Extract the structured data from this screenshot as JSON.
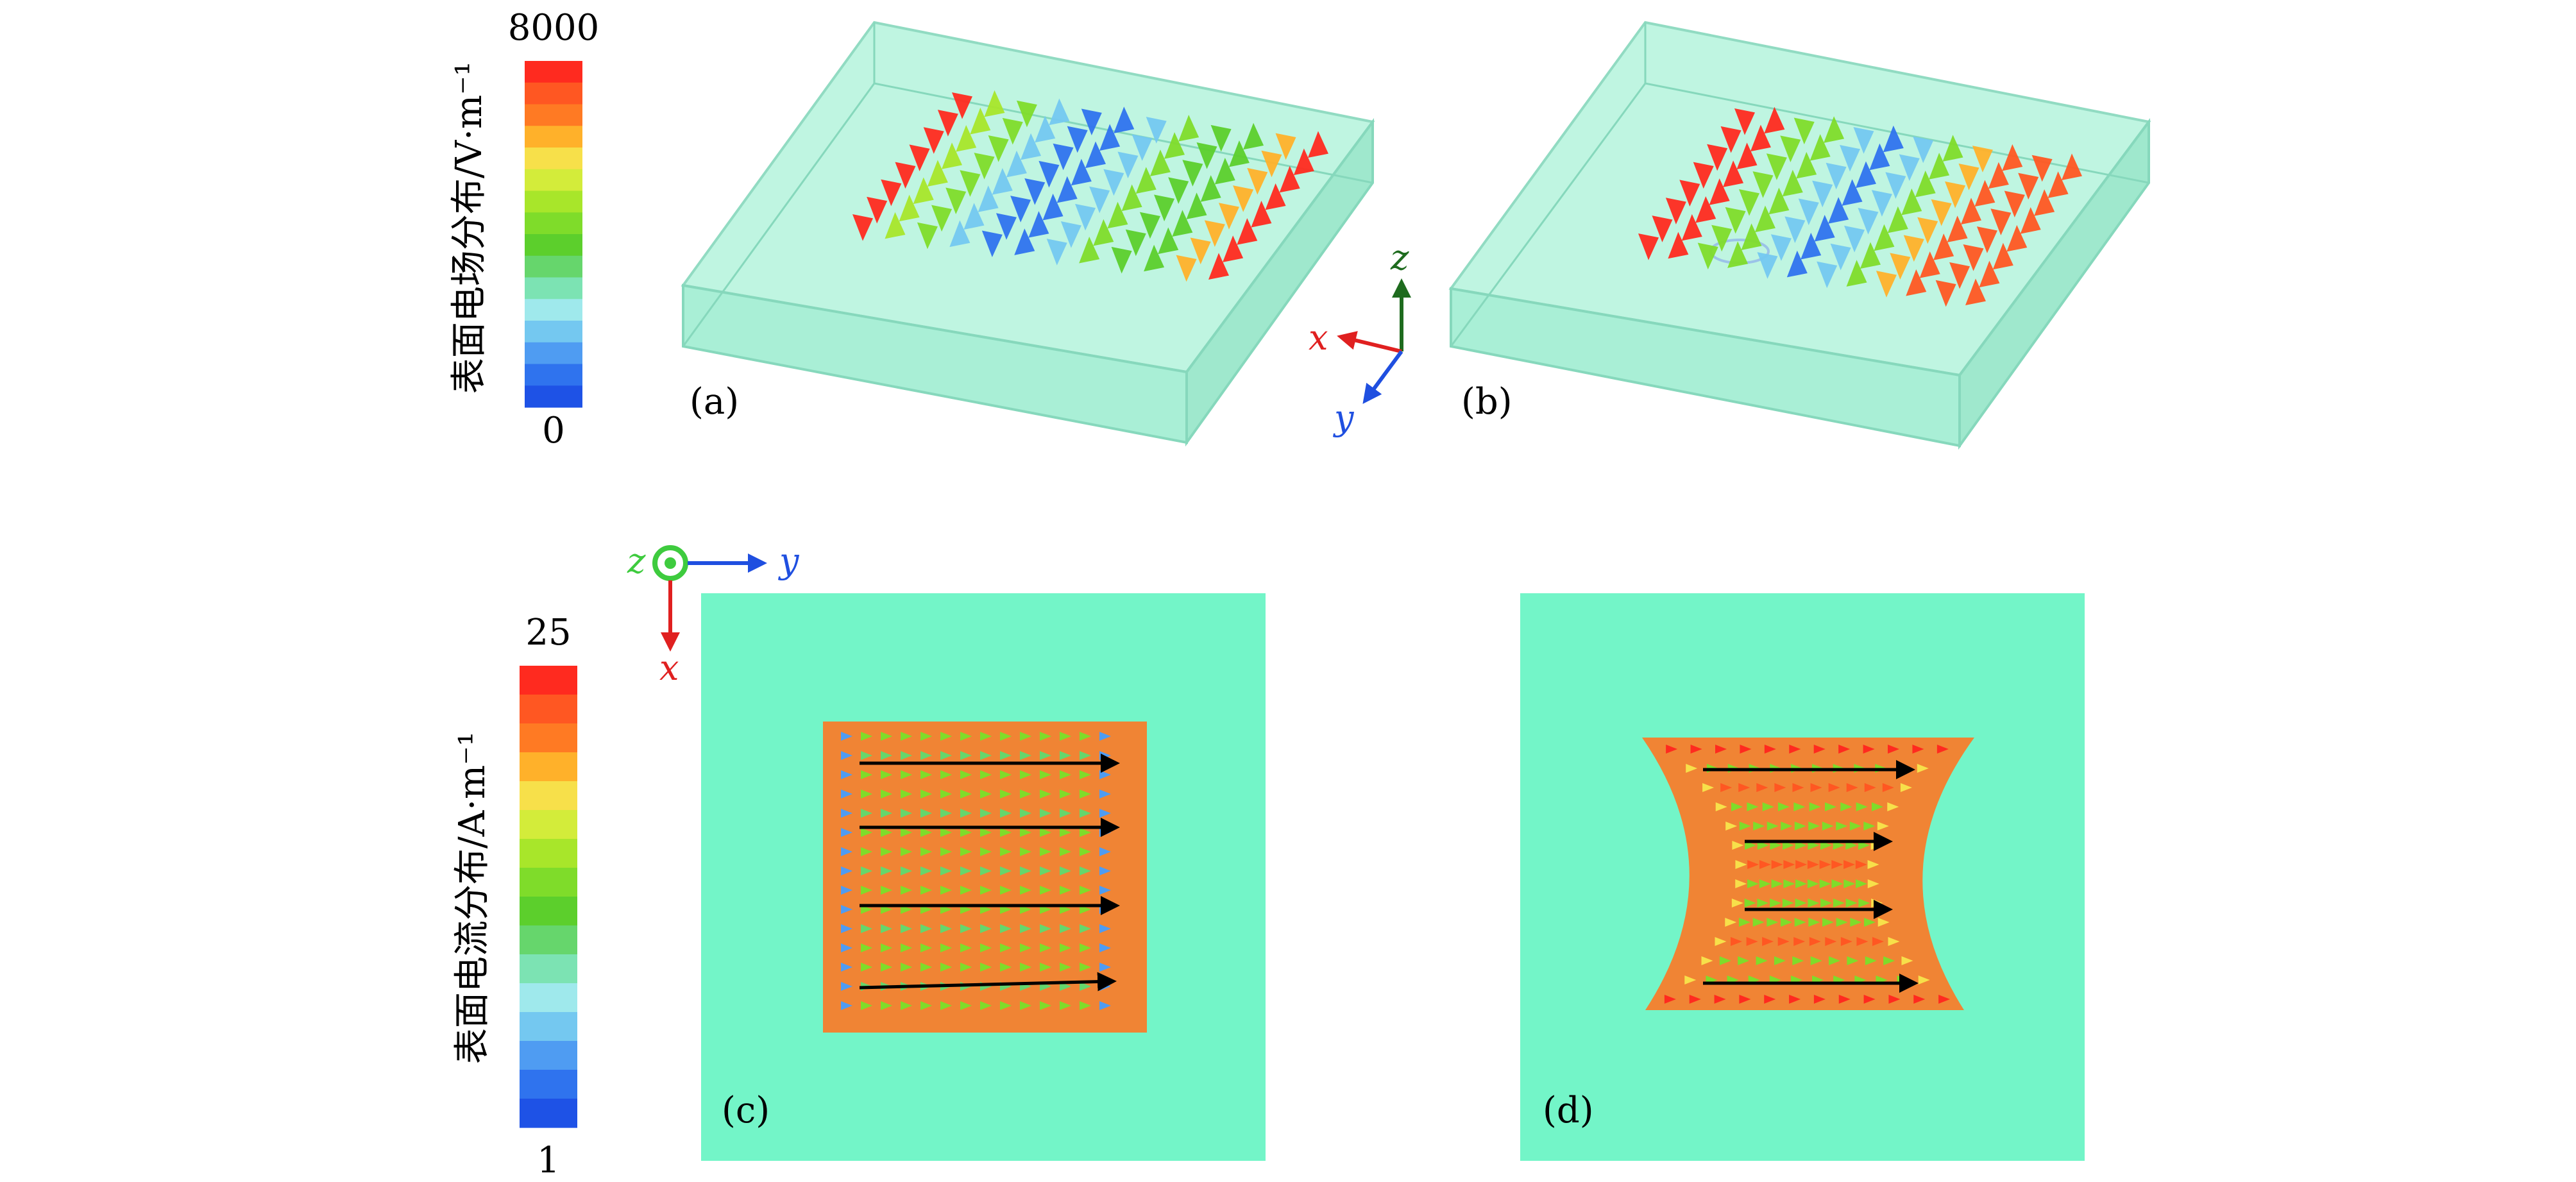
{
  "colorbar_top": {
    "label": "表面电场分布/V·m⁻¹",
    "max": "8000",
    "min": "0",
    "colors": [
      "#ff2a1f",
      "#ff5722",
      "#ff7a23",
      "#ffb12a",
      "#f7e04a",
      "#d3ec3a",
      "#a8e62a",
      "#7fdc2a",
      "#5ccf2c",
      "#66d66c",
      "#7ce3b3",
      "#9fe9ec",
      "#74c8f0",
      "#4f9cf2",
      "#2f73ee",
      "#1e52e6"
    ]
  },
  "colorbar_bottom": {
    "label": "表面电流分布/A·m⁻¹",
    "max": "25",
    "min": "1",
    "colors": [
      "#ff2a1f",
      "#ff5722",
      "#ff7a23",
      "#ffb12a",
      "#f7e04a",
      "#d3ec3a",
      "#a8e62a",
      "#7fdc2a",
      "#5ccf2c",
      "#66d66c",
      "#7ce3b3",
      "#9fe9ec",
      "#74c8f0",
      "#4f9cf2",
      "#2f73ee",
      "#1e52e6"
    ]
  },
  "panels": {
    "a": "(a)",
    "b": "(b)",
    "c": "(c)",
    "d": "(d)"
  },
  "axes_3d": {
    "x": "x",
    "y": "y",
    "z": "z"
  },
  "axes_top": {
    "x": "x",
    "y": "y",
    "z": "z"
  },
  "colors": {
    "substrate": "#b9f4de",
    "substrate_edge": "#86d8bc",
    "sheet": "#73f5c8",
    "metal": "#f08434",
    "x_axis": "#e02020",
    "y_axis": "#1f4fe0",
    "z_axis": "#1e6b1e",
    "z_axis_top": "#3ecb3e"
  }
}
